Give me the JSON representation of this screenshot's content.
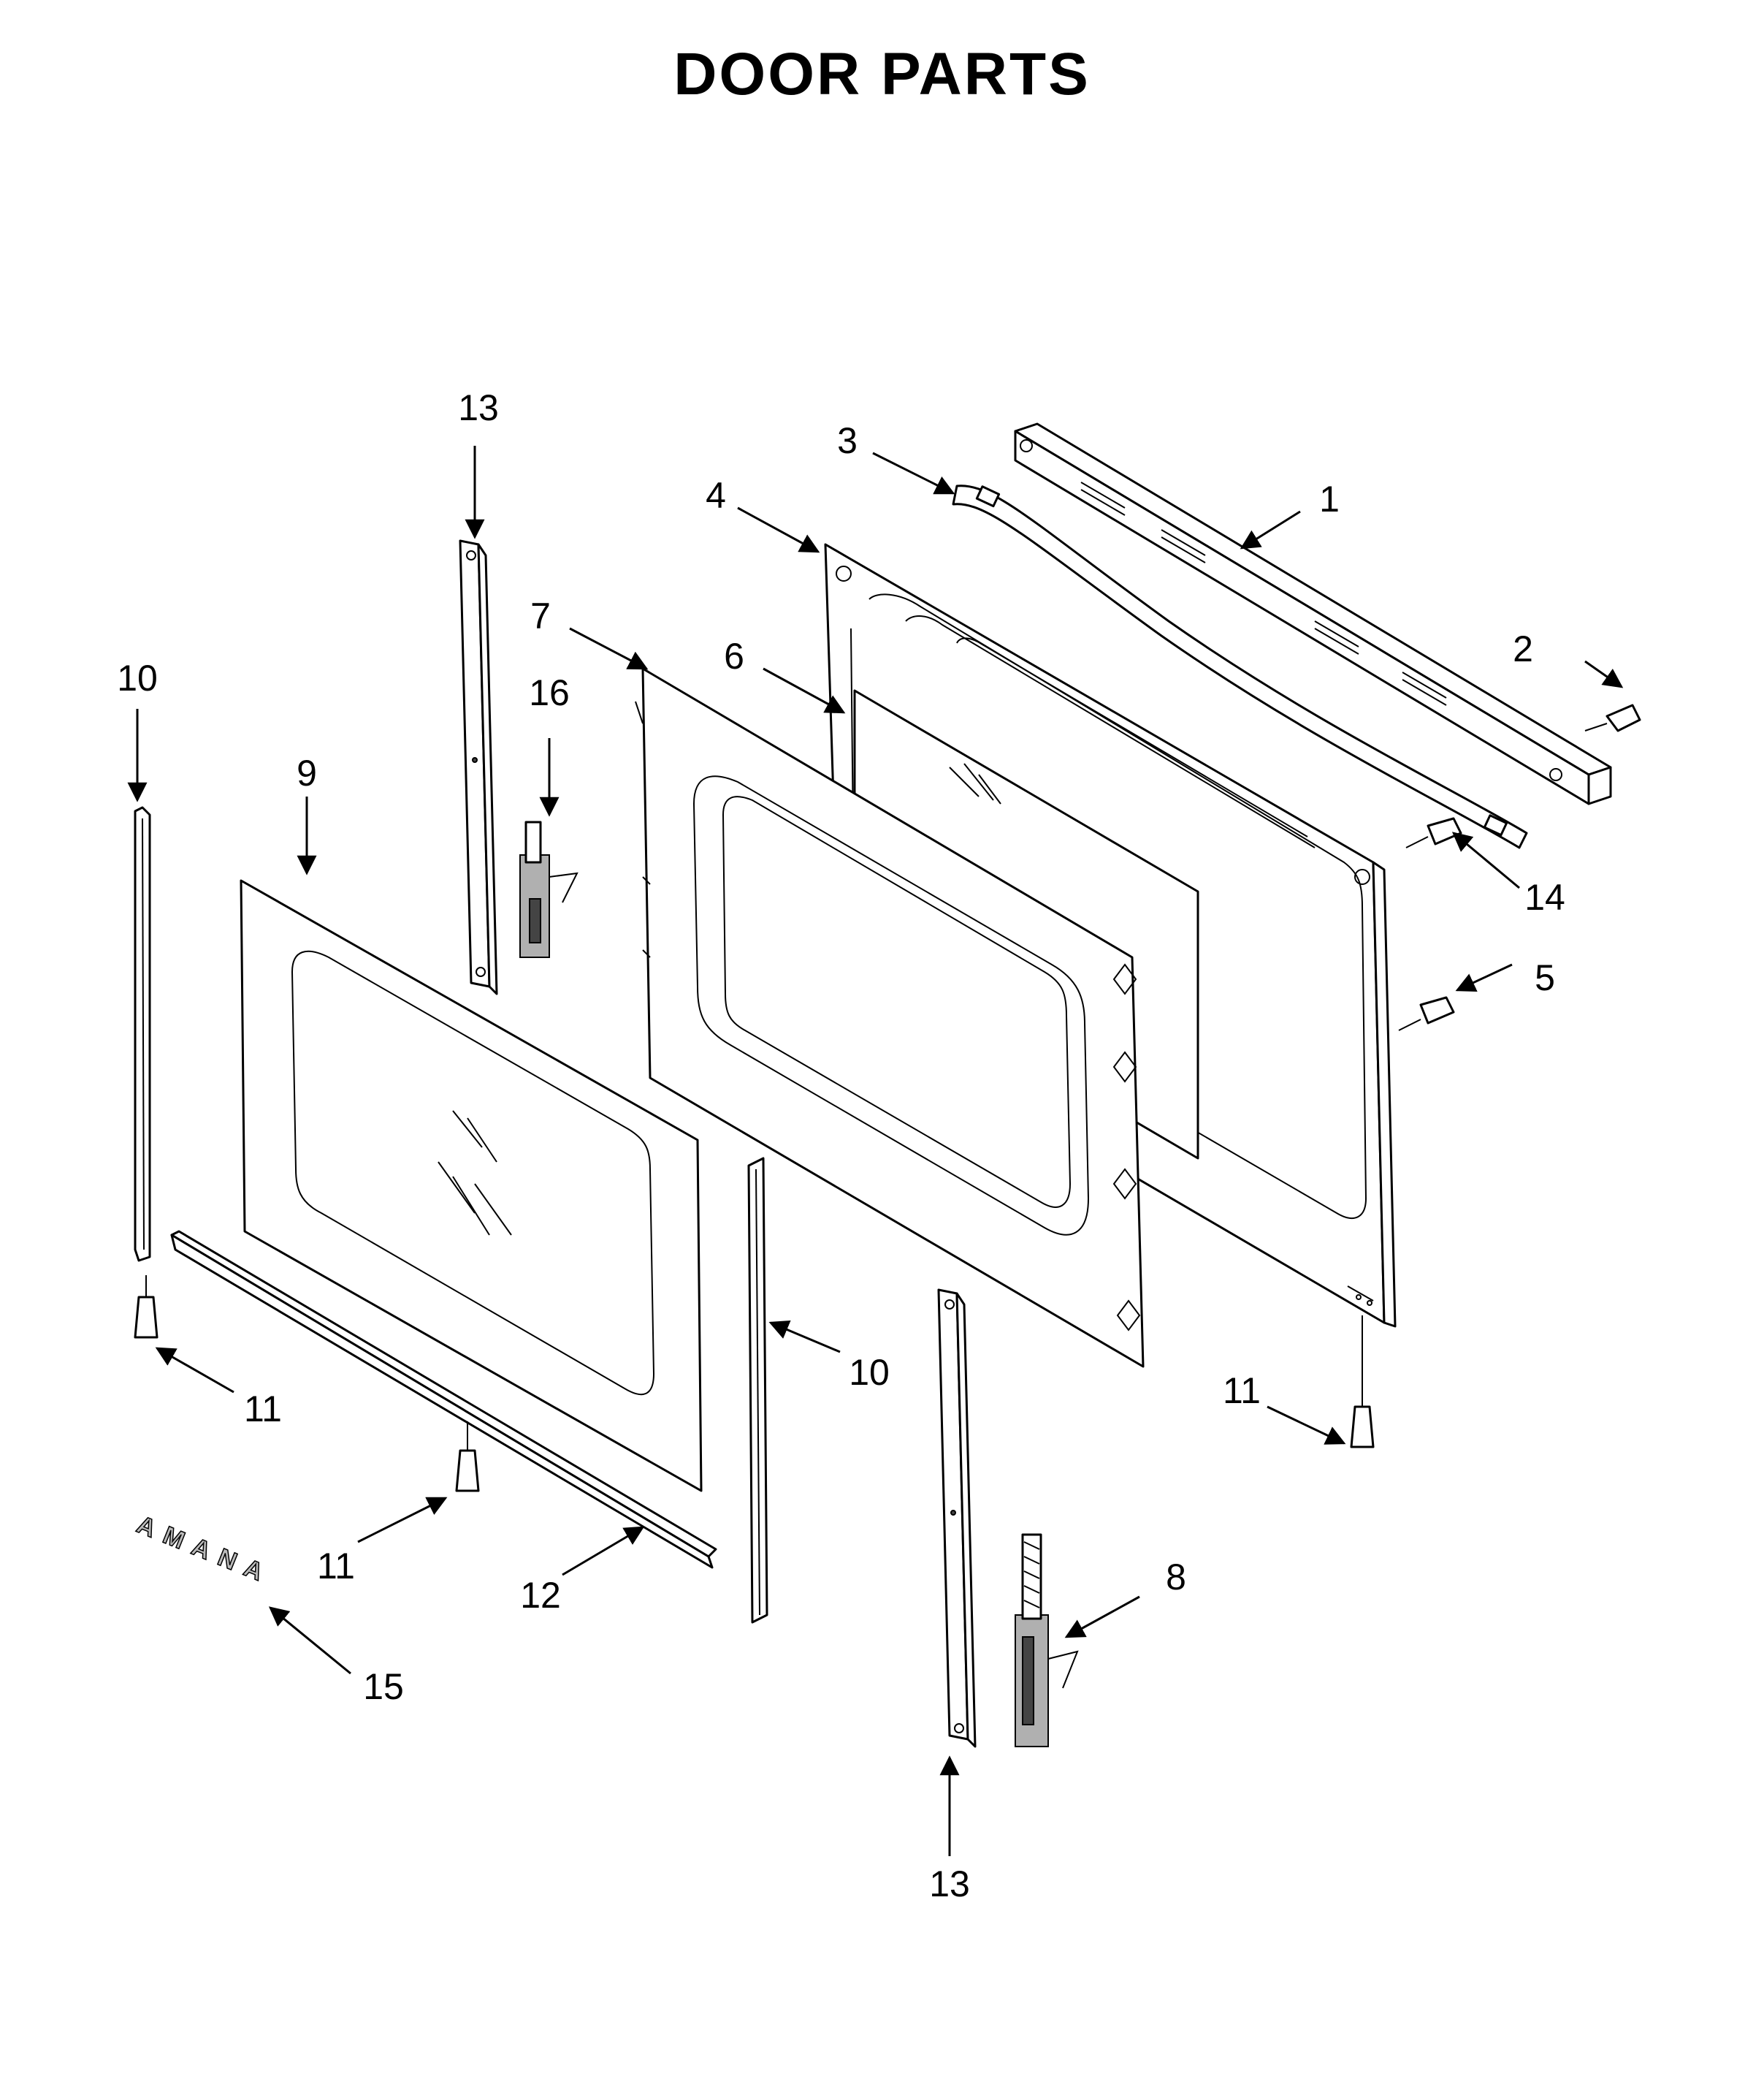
{
  "title": "DOOR PARTS",
  "labels": {
    "p1": "1",
    "p2": "2",
    "p3": "3",
    "p4": "4",
    "p5": "5",
    "p6": "6",
    "p7": "7",
    "p8": "8",
    "p9": "9",
    "p10a": "10",
    "p10b": "10",
    "p11a": "11",
    "p11b": "11",
    "p11c": "11",
    "p12": "12",
    "p13a": "13",
    "p13b": "13",
    "p14": "14",
    "p15": "15",
    "p16": "16"
  },
  "logo_text": "AMANA"
}
